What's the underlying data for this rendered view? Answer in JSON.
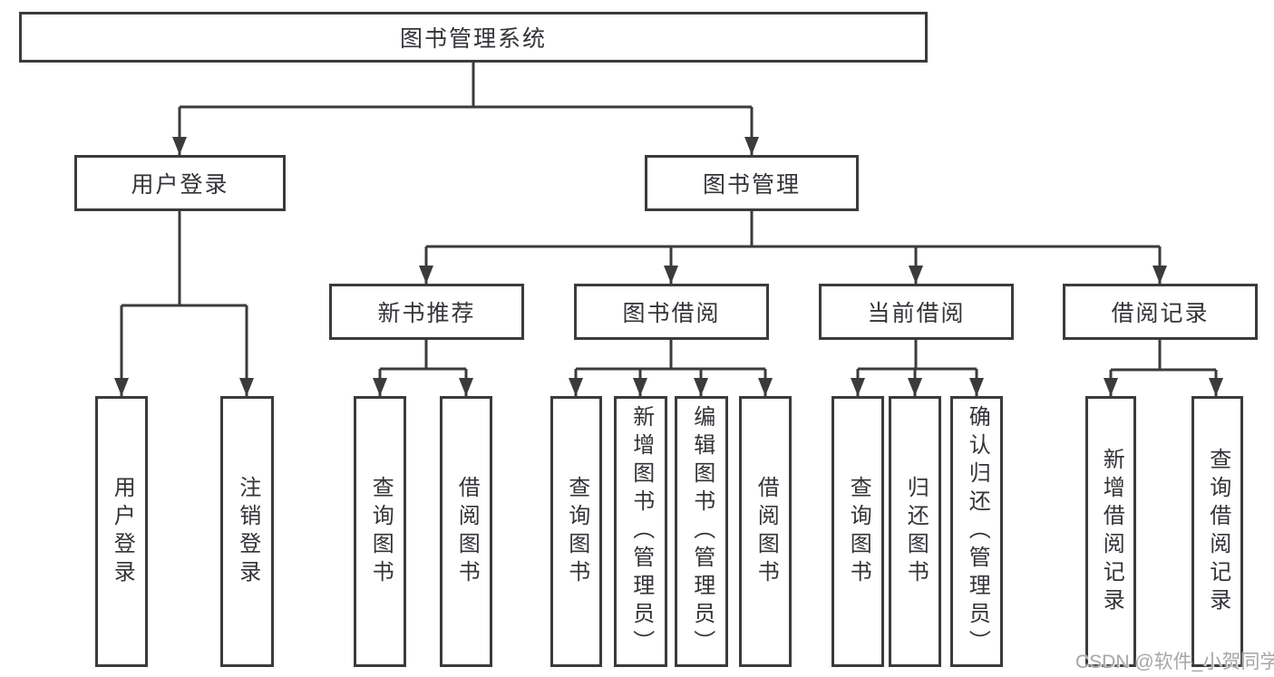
{
  "diagram": {
    "root": {
      "label": "图书管理系统"
    },
    "level2": [
      {
        "label": "用户登录"
      },
      {
        "label": "图书管理"
      }
    ],
    "level3": [
      {
        "label": "新书推荐"
      },
      {
        "label": "图书借阅"
      },
      {
        "label": "当前借阅"
      },
      {
        "label": "借阅记录"
      }
    ],
    "leaves": {
      "user": [
        "用户登录",
        "注销登录"
      ],
      "newbook": [
        "查询图书",
        "借阅图书"
      ],
      "borrow": [
        "查询图书",
        "新增图书（管理员）",
        "编辑图书（管理员）",
        "借阅图书"
      ],
      "current": [
        "查询图书",
        "归还图书",
        "确认归还（管理员）"
      ],
      "record": [
        "新增借阅记录",
        "查询借阅记录"
      ]
    },
    "colors": {
      "line": "#3b3b3b",
      "text": "#333338",
      "watermark": "#a6a6a6"
    },
    "watermark": "CSDN @软件_小贺同学"
  }
}
